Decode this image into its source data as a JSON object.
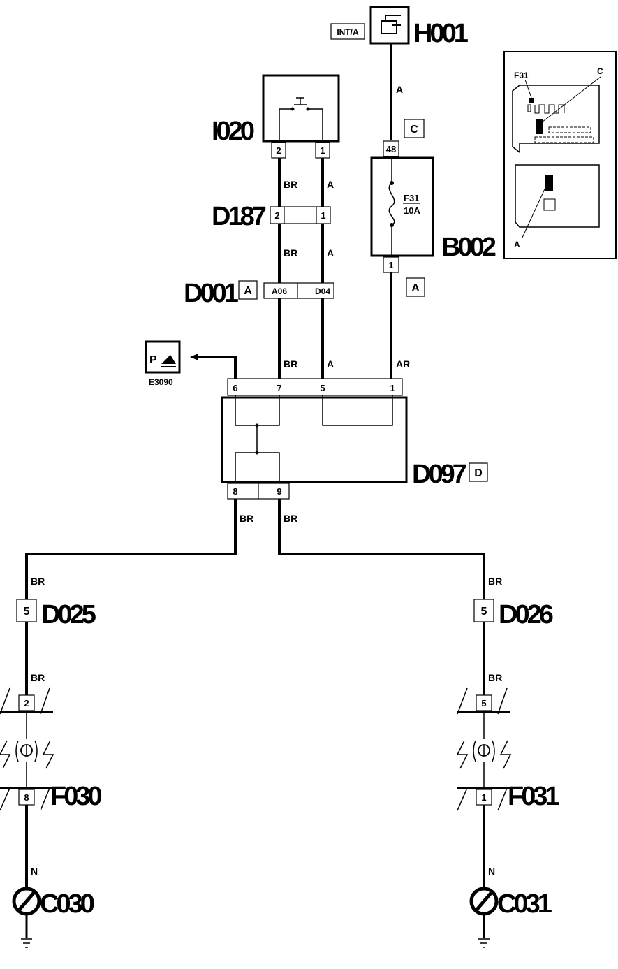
{
  "components": {
    "h001": "H001",
    "h001_tag": "INT/A",
    "i020": "I020",
    "d187": "D187",
    "d001": "D001",
    "d001_tag": "A",
    "b002": "B002",
    "b002_top_tag": "C",
    "b002_bottom_tag": "A",
    "fuse_name": "F31",
    "fuse_rating": "10A",
    "d097": "D097",
    "d097_tag": "D",
    "e3090": "E3090",
    "d025": "D025",
    "d026": "D026",
    "f030": "F030",
    "f031": "F031",
    "c030": "C030",
    "c031": "C031"
  },
  "pins": {
    "i020_left": "2",
    "i020_right": "1",
    "d187_left": "2",
    "d187_right": "1",
    "d001_left": "A06",
    "d001_right": "D04",
    "b002_top": "48",
    "b002_bottom": "1",
    "d097_top": [
      "6",
      "7",
      "5",
      "1"
    ],
    "d097_bottom": [
      "8",
      "9"
    ],
    "d025": "5",
    "d026": "5",
    "f030_top": "2",
    "f030_bottom": "8",
    "f031_top": "5",
    "f031_bottom": "1"
  },
  "wires": {
    "h001_b002": "A",
    "i020_left_1": "BR",
    "i020_right_1": "A",
    "d187_left_2": "BR",
    "d187_right_2": "A",
    "d097_7": "BR",
    "d097_5": "A",
    "d097_1": "AR",
    "d097_8": "BR",
    "d097_9": "BR",
    "left_to_d025": "BR",
    "right_to_d026": "BR",
    "d025_to_f030": "BR",
    "d026_to_f031": "BR",
    "f030_to_c030": "N",
    "f031_to_c031": "N"
  },
  "inset": {
    "fuse_label": "F31",
    "callout_c": "C",
    "callout_a": "A"
  }
}
